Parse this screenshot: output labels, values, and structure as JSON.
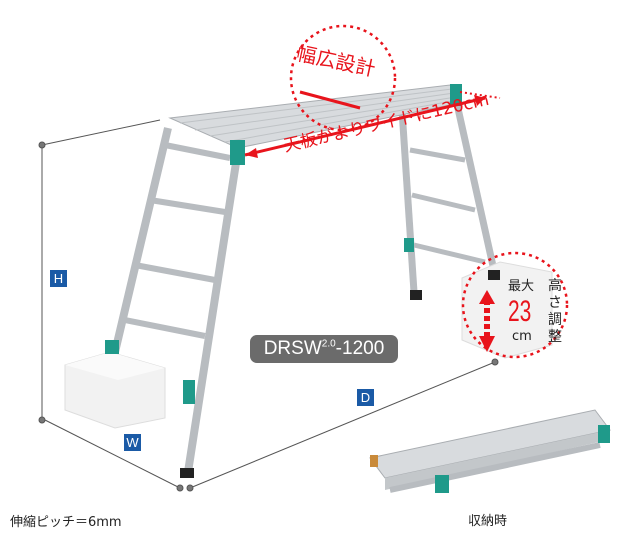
{
  "product": {
    "model": "DRSW",
    "model_sup": "2.0",
    "model_suffix": "-1200"
  },
  "callouts": {
    "wide_design": "幅広設計",
    "top_width": "天板がよりワイドに120cm",
    "max": "最大",
    "height_value": "23",
    "height_unit": "cm",
    "height_adjust": "高さ調整"
  },
  "dimensions": {
    "h": "H",
    "w": "W",
    "d": "D"
  },
  "captions": {
    "pitch": "伸縮ピッチ＝6mm",
    "stored": "収納時"
  },
  "colors": {
    "accent": "#e8141c",
    "label_bg": "#1a5aa6",
    "fitting": "#1f9a8a"
  }
}
